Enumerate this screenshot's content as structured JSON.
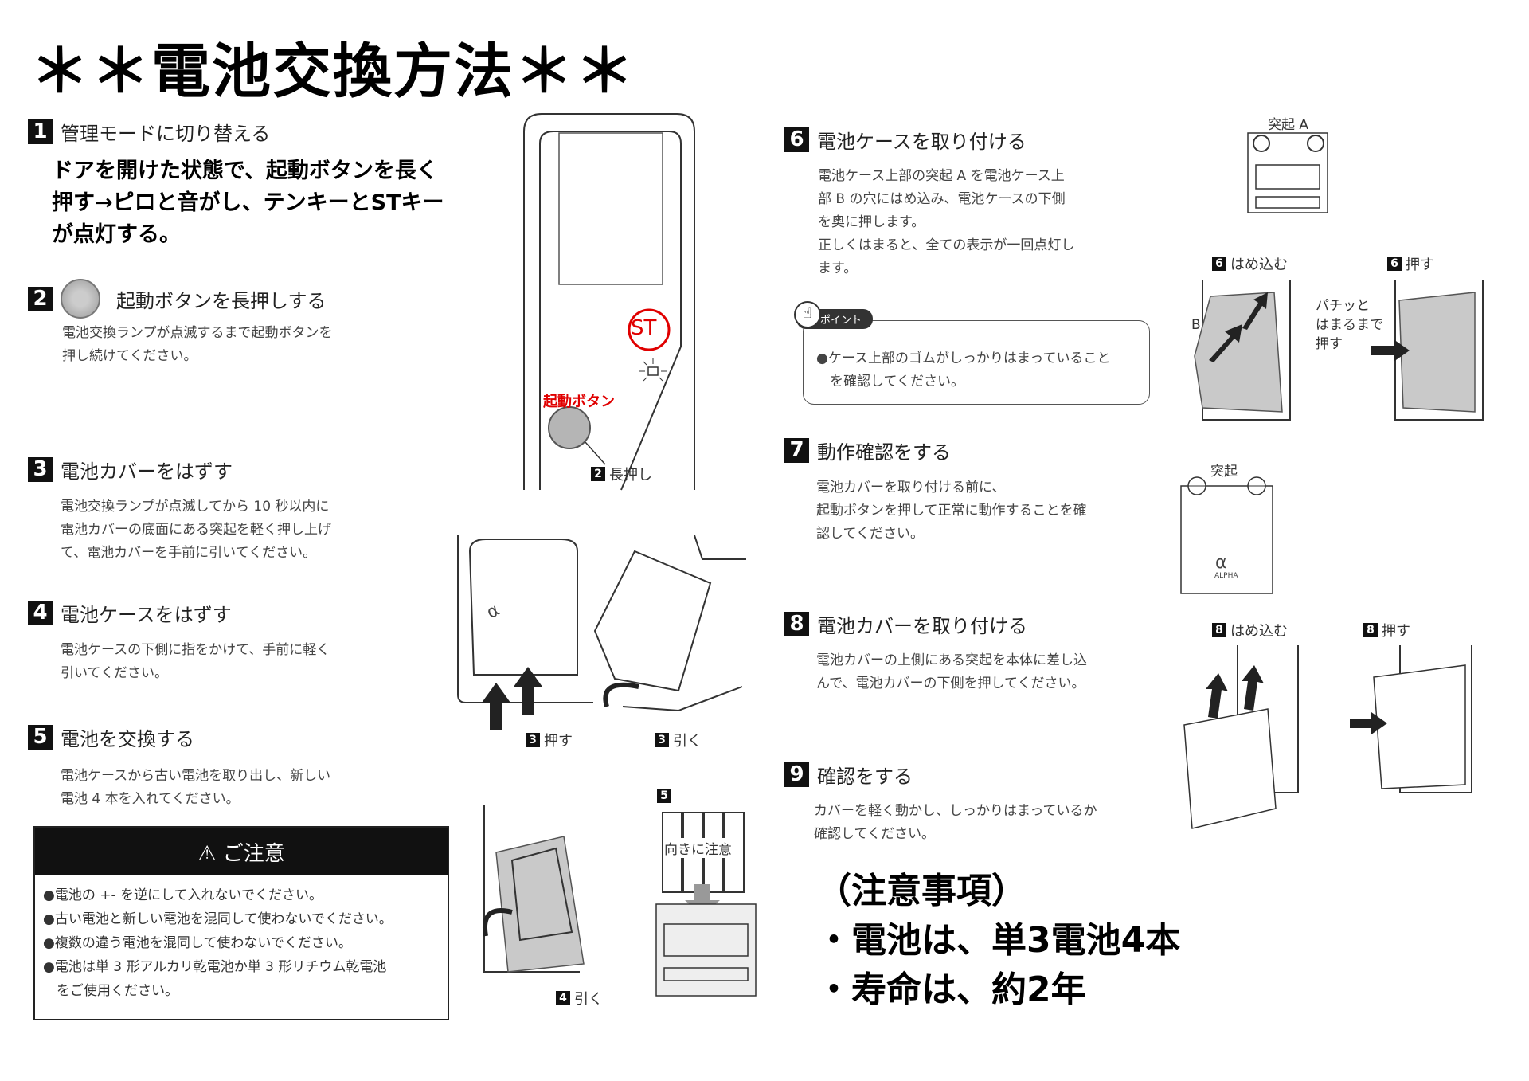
{
  "title": "＊＊電池交換方法＊＊",
  "steps": [
    {
      "num": "1",
      "title": "管理モードに切り替える",
      "note": "ドアを開けた状態で、起動ボタンを長く\n押す→ピロと音がし、テンキーとSTキー\nが点灯する。"
    },
    {
      "num": "2",
      "title": "起動ボタンを長押しする",
      "body": "電池交換ランプが点滅するまで起動ボタンを\n押し続けてください。"
    },
    {
      "num": "3",
      "title": "電池カバーをはずす",
      "body": "電池交換ランプが点滅してから 10 秒以内に\n電池カバーの底面にある突起を軽く押し上げ\nて、電池カバーを手前に引いてください。"
    },
    {
      "num": "4",
      "title": "電池ケースをはずす",
      "body": "電池ケースの下側に指をかけて、手前に軽く\n引いてください。"
    },
    {
      "num": "5",
      "title": "電池を交換する",
      "body": "電池ケースから古い電池を取り出し、新しい\n電池 4 本を入れてください。"
    },
    {
      "num": "6",
      "title": "電池ケースを取り付ける",
      "body": "電池ケース上部の突起 A を電池ケース上\n部 B の穴にはめ込み、電池ケースの下側\nを奥に押します。\n正しくはまると、全ての表示が一回点灯し\nます。"
    },
    {
      "num": "7",
      "title": "動作確認をする",
      "body": "電池カバーを取り付ける前に、\n起動ボタンを押して正常に動作することを確\n認してください。"
    },
    {
      "num": "8",
      "title": "電池カバーを取り付ける",
      "body": "電池カバーの上側にある突起を本体に差し込\nんで、電池カバーの下側を押してください。"
    },
    {
      "num": "9",
      "title": "確認をする",
      "body": "カバーを軽く動かし、しっかりはまっているか\n確認してください。"
    }
  ],
  "caution": {
    "heading": "⚠ ご注意",
    "items": [
      "●電池の +- を逆にして入れないでください。",
      "●古い電池と新しい電池を混同して使わないでください。",
      "●複数の違う電池を混同して使わないでください。",
      "●電池は単 3 形アルカリ乾電池か単 3 形リチウム乾電池",
      "　をご使用ください。"
    ]
  },
  "point": {
    "tag": "ポイント",
    "text": "●ケース上部のゴムがしっかりはまっていること\n　を確認してください。"
  },
  "figure_labels": {
    "st": "ST",
    "start_button": "起動ボタン",
    "long_press_num": "2",
    "long_press": "長押し",
    "push3_num": "3",
    "push3": "押す",
    "pull3_num": "3",
    "pull3": "引く",
    "pull4_num": "4",
    "pull4": "引く",
    "fig5_num": "5",
    "orientation": "向きに注意",
    "protrusion_a": "突起 A",
    "fit6_num": "6",
    "fit6": "はめ込む",
    "push6_num": "6",
    "push6": "押す",
    "b_label": "B",
    "snap_note": "パチッと\nはまるまで\n押す",
    "protrusion": "突起",
    "logo": "ALPHA",
    "fit8_num": "8",
    "fit8": "はめ込む",
    "push8_num": "8",
    "push8": "押す"
  },
  "final_note": [
    "（注意事項）",
    "・電池は、単3電池4本",
    "・寿命は、約2年"
  ],
  "colors": {
    "accent_red": "#e00000",
    "ink": "#111111"
  }
}
